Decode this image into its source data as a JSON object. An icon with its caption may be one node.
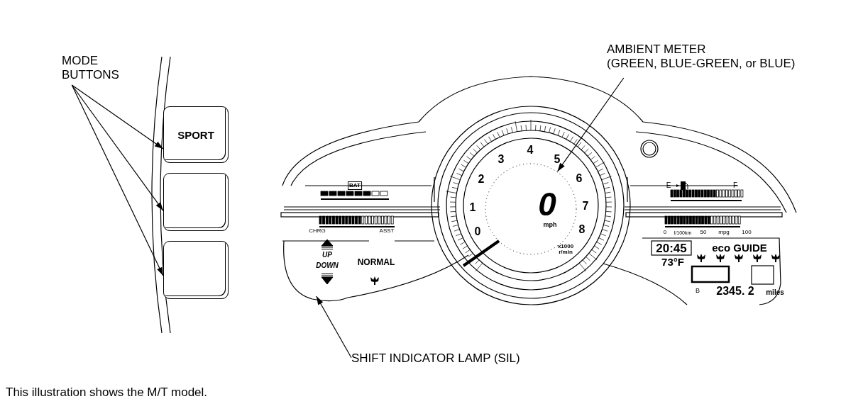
{
  "diagram": {
    "caption": "This illustration shows the M/T model.",
    "nodes": [
      {
        "text": [
          "MODE BUTTONS"
        ]
      },
      {
        "text": [
          "SPORT"
        ]
      },
      {
        "text": [],
        "shape": "box"
      },
      {
        "text": [],
        "shape": "box"
      },
      {
        "text": [
          "AMBIENT METER",
          "(GREEN, BLUE-GREEN, or BLUE)"
        ]
      },
      {
        "text": [],
        "shape": "circle"
      },
      {
        "text": [
          "SHIFT INDICATOR LAMP (SIL)"
        ]
      },
      {
        "text": [
          "UP",
          "DOWN"
        ]
      }
    ],
    "edges": [
      {
        "from": 0,
        "to": 1,
        "arrow": "to"
      },
      {
        "from": 0,
        "to": 2,
        "arrow": "to"
      },
      {
        "from": 0,
        "to": 3,
        "arrow": "to"
      },
      {
        "from": 4,
        "to": 5,
        "arrow": "to"
      },
      {
        "from": 6,
        "to": 7,
        "arrow": "to"
      }
    ],
    "labels": [
      "3",
      "4",
      "5",
      "BAT",
      "E",
      "F",
      "2",
      "6",
      "1",
      "0",
      "7",
      "mph",
      "0",
      "8",
      "x1000 r/min",
      "CHRG",
      "ASST",
      "0",
      "l/100km",
      "50",
      "mpg",
      "100",
      "20:45",
      "eco GUIDE",
      "NORMAL",
      "73°F",
      "B",
      "2345. 2",
      "miles"
    ]
  }
}
